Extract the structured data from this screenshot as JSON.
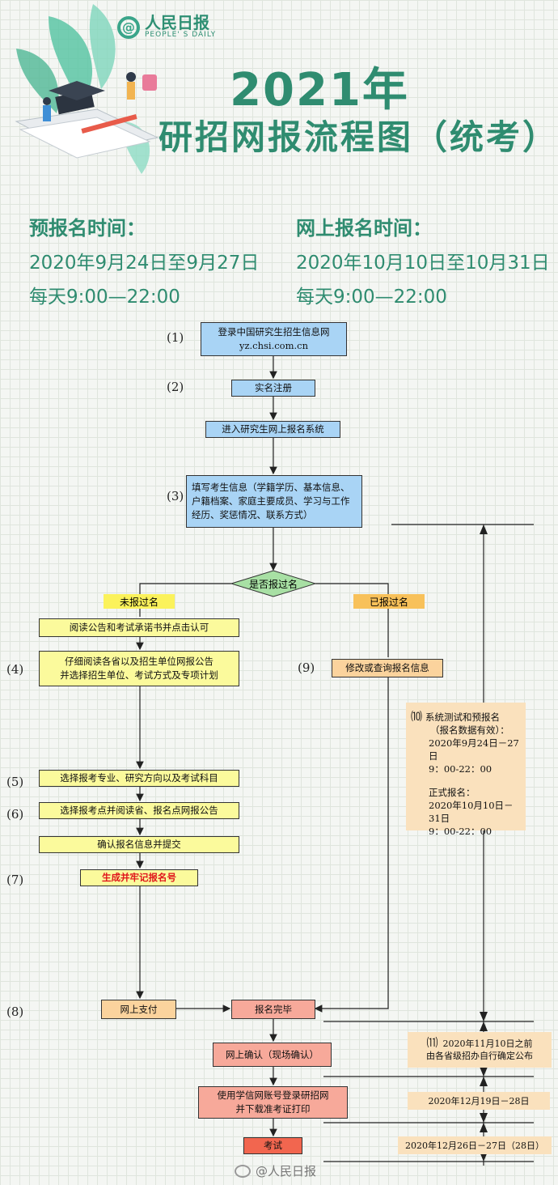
{
  "header": {
    "logo_main": "人民日报",
    "logo_sub": "PEOPLE' S DAILY",
    "title_year": "2021年",
    "title_main": "研招网报流程图（统考）"
  },
  "info": {
    "pre_heading": "预报名时间：",
    "pre_date": "2020年9月24日至9月27日",
    "pre_hours": "每天9:00—22:00",
    "online_heading": "网上报名时间：",
    "online_date": "2020年10月10日至10月31日",
    "online_hours": "每天9:00—22:00"
  },
  "steps": {
    "s1": "(1)",
    "s2": "(2)",
    "s3": "(3)",
    "s4": "(4)",
    "s5": "(5)",
    "s6": "(6)",
    "s7": "(7)",
    "s8": "(8)",
    "s9": "(9)",
    "s10": "⑽",
    "s11": "⑾"
  },
  "flow": {
    "login_line1": "登录中国研究生招生信息网",
    "login_line2": "yz.chsi.com.cn",
    "register": "实名注册",
    "enter_system": "进入研究生网上报名系统",
    "fill_info": "填写考生信息（学籍学历、基本信息、户籍档案、家庭主要成员、学习与工作经历、奖惩情况、联系方式）",
    "decision": "是否报过名",
    "branch_no": "未报过名",
    "branch_yes": "已报过名",
    "read_notice": "阅读公告和考试承诺书并点击认可",
    "read_detail_line1": "仔细阅读各省以及招生单位网报公告",
    "read_detail_line2": "并选择招生单位、考试方式及专项计划",
    "modify": "修改或查询报名信息",
    "choose_major": "选择报考专业、研究方向以及考试科目",
    "choose_site": "选择报考点并阅读省、报名点网报公告",
    "confirm_submit": "确认报名信息并提交",
    "gen_number": "生成并牢记报名号",
    "pay": "网上支付",
    "done": "报名完毕",
    "onsite": "网上确认（现场确认）",
    "print_line1": "使用学信网账号登录研招网",
    "print_line2": "并下载准考证打印",
    "exam": "考试"
  },
  "notes": {
    "n10_line1": "系统测试和预报名",
    "n10_line2": "（报名数据有效）：",
    "n10_line3": "2020年9月24日－27日",
    "n10_line4": "9：00-22：00",
    "n10_line5": "正式报名：",
    "n10_line6": "2020年10月10日－31日",
    "n10_line7": "9：00-22：00",
    "n11_line1": "2020年11月10日之前",
    "n11_line2": "由各省级招办自行确定公布",
    "t_print": "2020年12月19日－28日",
    "t_exam": "2020年12月26日－27日（28日）"
  },
  "watermark": "@人民日报",
  "colors": {
    "green": "#2f8c70",
    "blue_box": "#a9d4f5",
    "yellow_box": "#fbfa9c",
    "peach_box": "#fbd39d",
    "salmon_box": "#f7a99a",
    "decision_green": "#a8e0a4",
    "note_bg": "#fae1bd"
  }
}
